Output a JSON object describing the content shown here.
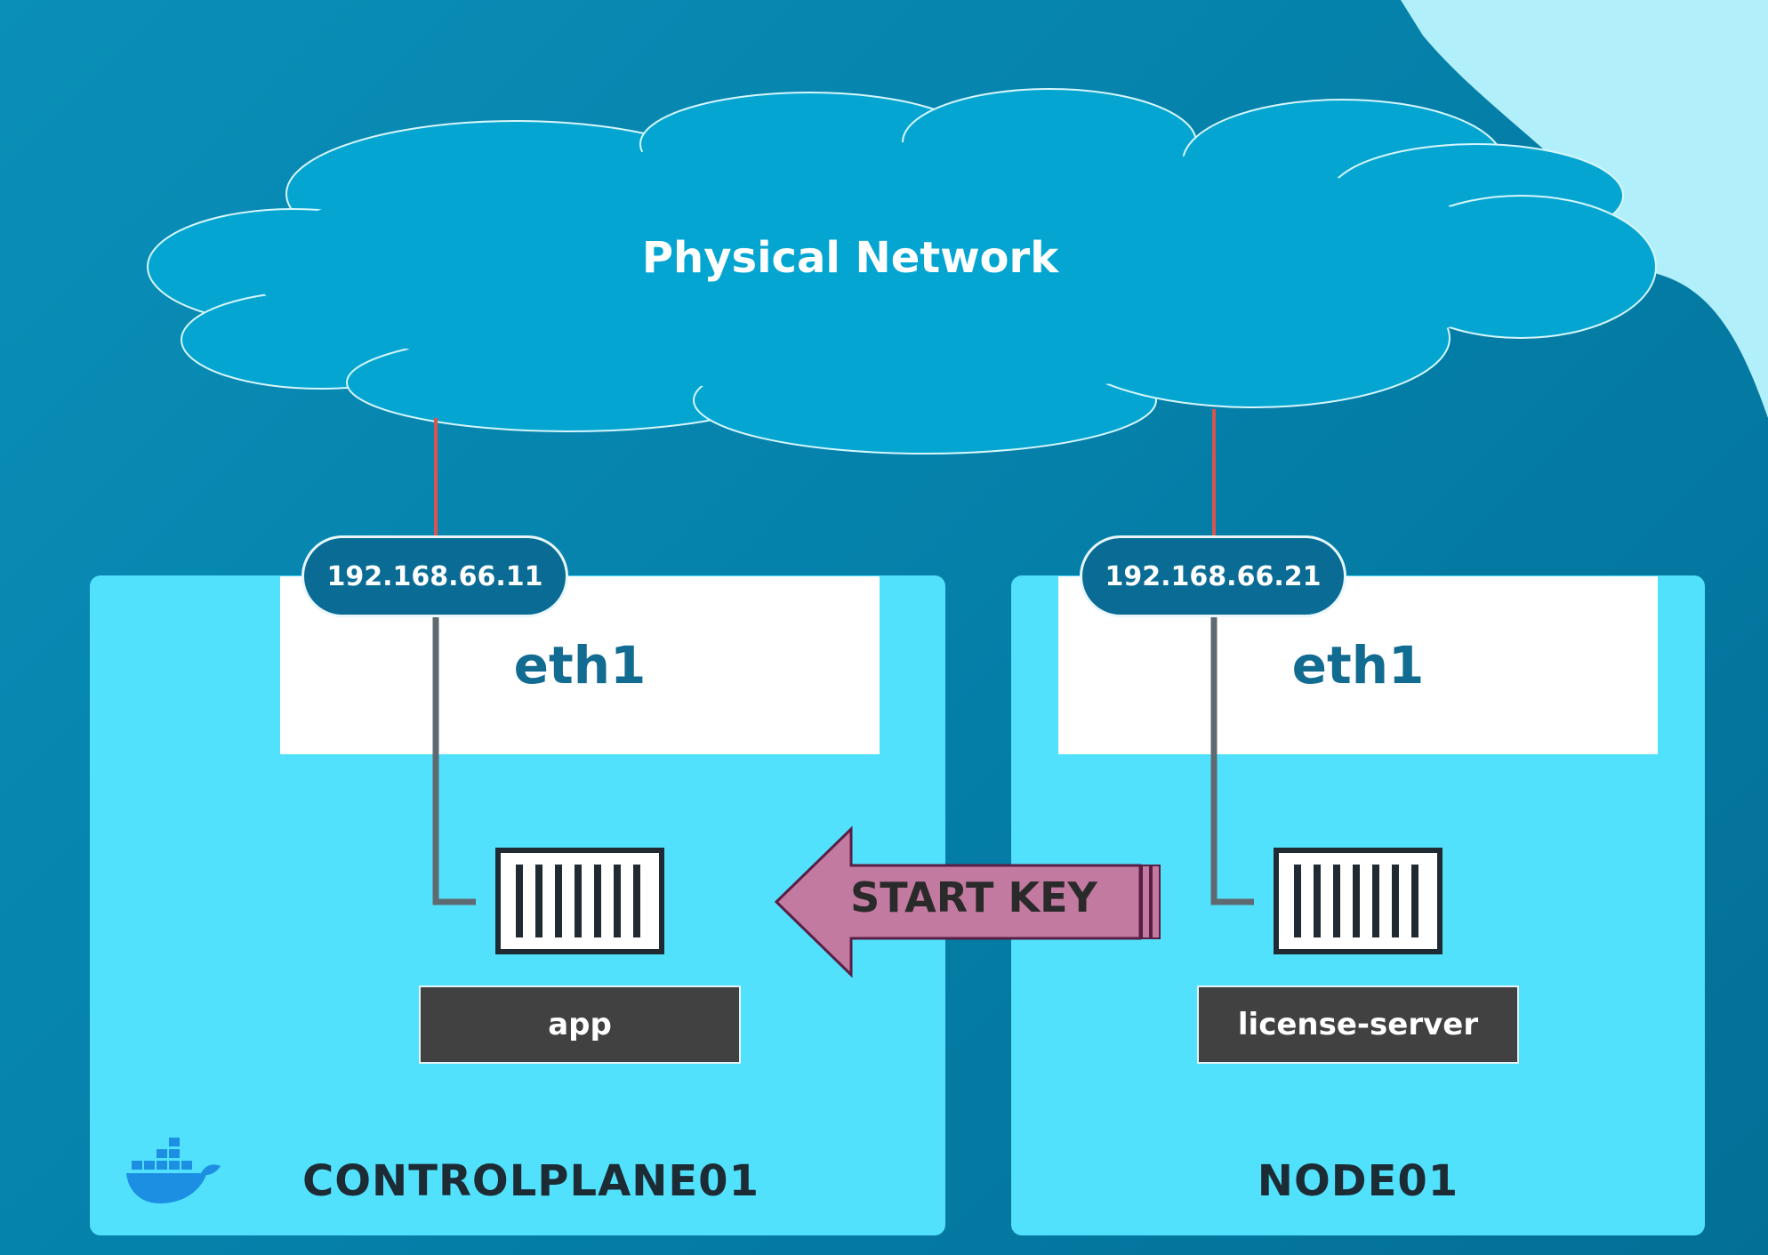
{
  "cloud": {
    "label": "Physical Network"
  },
  "hosts": [
    {
      "name": "CONTROLPLANE01",
      "interface": "eth1",
      "ip": "192.168.66.11",
      "container": "app"
    },
    {
      "name": "NODE01",
      "interface": "eth1",
      "ip": "192.168.66.21",
      "container": "license-server"
    }
  ],
  "arrow": {
    "label": "START KEY",
    "direction": "left"
  },
  "colors": {
    "background": "#0582ab",
    "host_box": "#51e1fc",
    "cloud": "#04a6d1",
    "ip_pill": "#0a6c95",
    "arrow": "#c27aa0",
    "link_red": "#d9534f",
    "link_gray": "#5f6a70",
    "container_label": "#414141"
  },
  "icons": {
    "logo": "docker-whale-icon",
    "container": "container-icon"
  }
}
